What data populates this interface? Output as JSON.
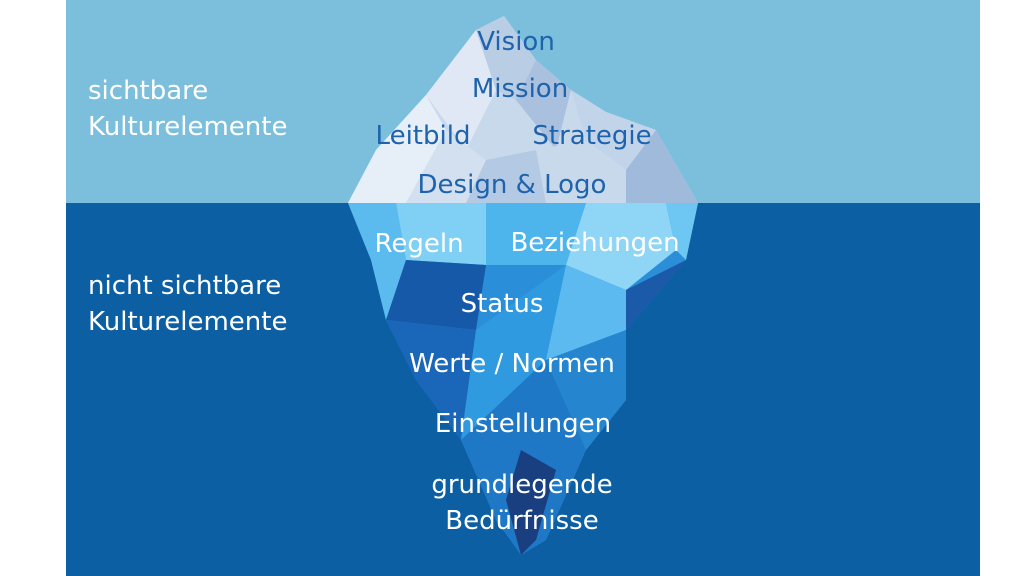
{
  "colors": {
    "sky": "#7bbfdc",
    "water": "#0b5fa2",
    "label_above": "#1e63ab",
    "label_below": "#ffffff"
  },
  "sides": {
    "visible_line1": "sichtbare",
    "visible_line2": "Kulturelemente",
    "hidden_line1": "nicht sichtbare",
    "hidden_line2": "Kulturelemente"
  },
  "above_water": {
    "vision": "Vision",
    "mission": "Mission",
    "leitbild": "Leitbild",
    "strategie": "Strategie",
    "design_logo": "Design & Logo"
  },
  "below_water": {
    "regeln": "Regeln",
    "beziehungen": "Beziehungen",
    "status": "Status",
    "werte_normen": "Werte / Normen",
    "einstellungen": "Einstellungen",
    "beduerfnisse_line1": "grundlegende",
    "beduerfnisse_line2": "Bedürfnisse"
  }
}
